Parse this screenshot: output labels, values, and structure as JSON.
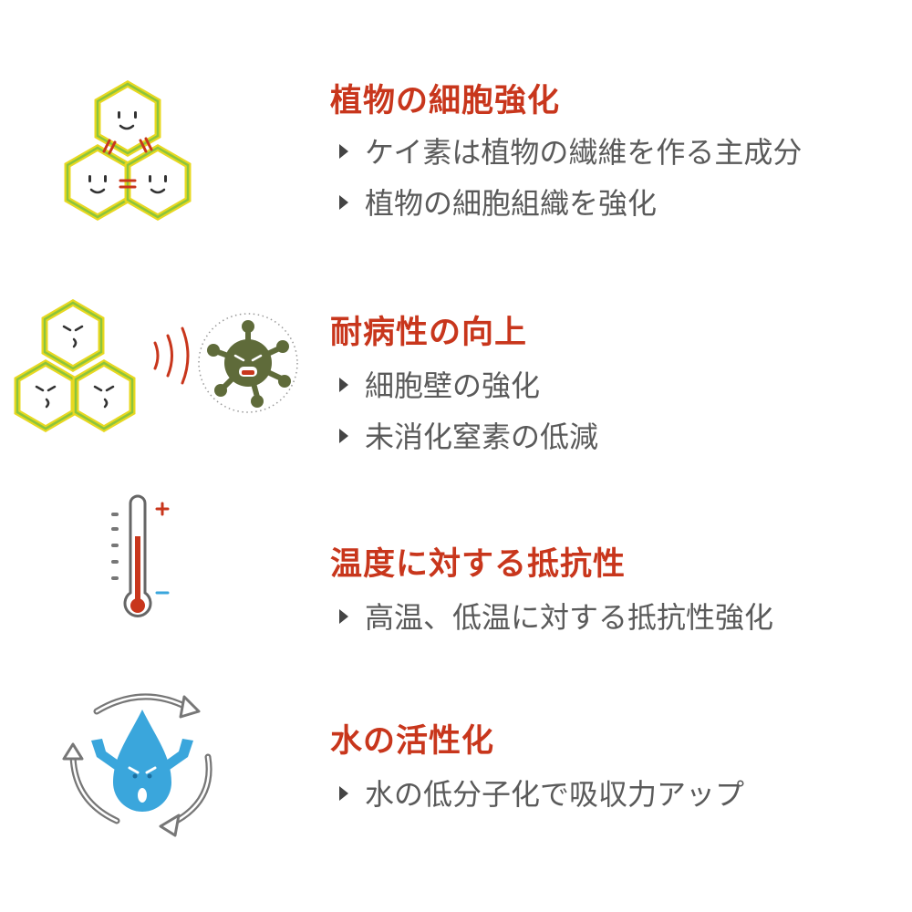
{
  "sections": [
    {
      "title": "植物の細胞強化",
      "icon": "smiling-cells-icon",
      "bullets": [
        "ケイ素は植物の繊維を作る主成分",
        "植物の細胞組織を強化"
      ]
    },
    {
      "title": "耐病性の向上",
      "icon": "cells-repel-virus-icon",
      "bullets": [
        "細胞壁の強化",
        "未消化窒素の低減"
      ]
    },
    {
      "title": "温度に対する抵抗性",
      "icon": "thermometer-icon",
      "bullets": [
        "高温、低温に対する抵抗性強化"
      ]
    },
    {
      "title": "水の活性化",
      "icon": "water-drop-cycle-icon",
      "bullets": [
        "水の低分子化で吸収力アップ"
      ]
    }
  ],
  "colors": {
    "title": "#c8361c",
    "bullet_text": "#5a5a5a",
    "cell_outline_yellow": "#e8d820",
    "cell_outline_green": "#8cc43c",
    "virus": "#5f6b3a",
    "thermometer_red": "#c8361c",
    "minus_blue": "#3aa6dc",
    "water_drop": "#3aa6dc",
    "cycle_arrow": "#777777"
  }
}
